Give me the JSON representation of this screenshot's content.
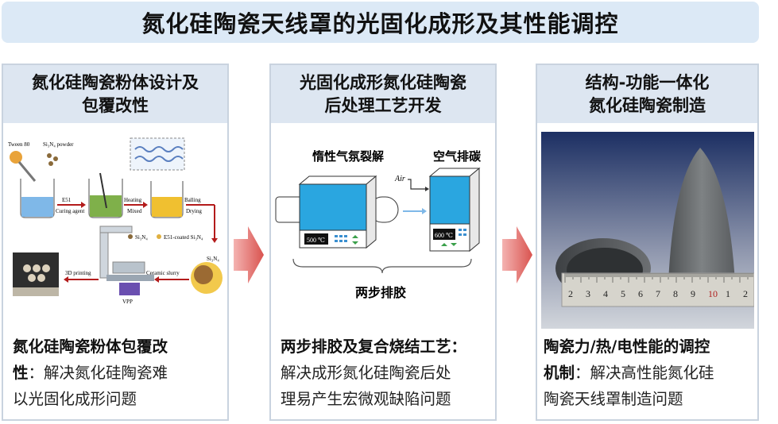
{
  "title": "氮化硅陶瓷天线罩的光固化成形及其性能调控",
  "panels": [
    {
      "heading_line1": "氮化硅陶瓷粉体设计及",
      "heading_line2": "包覆改性",
      "bold_line1": "氮化硅陶瓷粉体包覆改",
      "bold_line2_bold": "性",
      "bold_line2_rest": "：解决氮化硅陶瓷难",
      "line3": "以光固化成形问题",
      "diagram": {
        "tween": "Tween 80",
        "si3n4_powder": "Si₃N₄ powder",
        "e51": "E51",
        "curing_agent": "Curing agent",
        "heating": "Heating",
        "mixed": "Mixed",
        "balling": "Balling",
        "drying": "Drying",
        "si3n4_legend": "Si₃N₄",
        "coated_legend": "E51-coated Si₃N₄",
        "si3n4_label": "Si₃N₄",
        "ceramic_slurry": "Ceramic slurry",
        "printing": "3D printing",
        "vpp": "VPP"
      }
    },
    {
      "heading_line1": "光固化成形氮化硅陶瓷",
      "heading_line2": "后处理工艺开发",
      "bold_line1": "两步排胶及复合烧结工艺：",
      "line2": "解决成形氮化硅陶瓷后处",
      "line3": "理易产生宏微观缺陷问题",
      "diagram": {
        "inert_label": "惰性气氛裂解",
        "air_label": "空气排碳",
        "air_in": "Air",
        "furnace1_temp": "500 ℃",
        "furnace2_temp": "600 ℃",
        "bottom_label": "两步排胶"
      }
    },
    {
      "heading_line1": "结构-功能一体化",
      "heading_line2": "氮化硅陶瓷制造",
      "bold_line1": "陶瓷力/热/电性能的调控",
      "bold_line2_bold": "机制",
      "bold_line2_rest": "：解决高性能氮化硅",
      "line3": "陶瓷天线罩制造问题",
      "ruler_numbers": [
        "2",
        "3",
        "4",
        "5",
        "6",
        "7",
        "8",
        "9",
        "10",
        "1",
        "2"
      ]
    }
  ],
  "colors": {
    "title_bg": "#dce9f6",
    "panel_head_bg": "#dde6f1",
    "arrow_red": "#d9534f",
    "furnace_blue": "#2aa6e0"
  }
}
